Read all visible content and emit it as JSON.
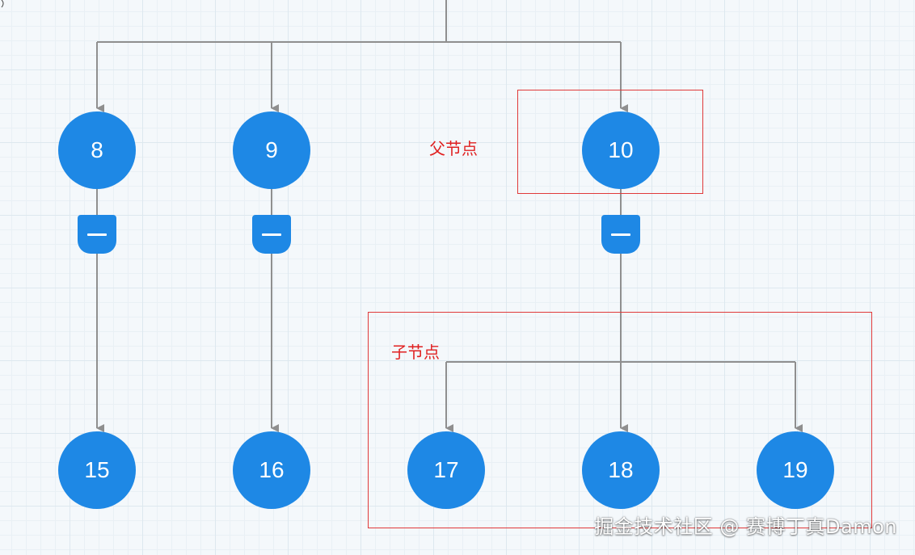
{
  "colors": {
    "node": "#1e88e5",
    "node_text": "#ffffff",
    "edge": "#8f8f8f",
    "annotation": "#e02020",
    "grid": "#dde8ef"
  },
  "nodes": {
    "n8": "8",
    "n9": "9",
    "n10": "10",
    "n15": "15",
    "n16": "16",
    "n17": "17",
    "n18": "18",
    "n19": "19"
  },
  "collapse_buttons": [
    {
      "icon": "minus-icon",
      "parent": "8"
    },
    {
      "icon": "minus-icon",
      "parent": "9"
    },
    {
      "icon": "minus-icon",
      "parent": "10"
    }
  ],
  "annotations": {
    "parent_label": "父节点",
    "child_label": "子节点"
  },
  "watermark": "掘金技术社区 @ 赛博丁真Damon"
}
